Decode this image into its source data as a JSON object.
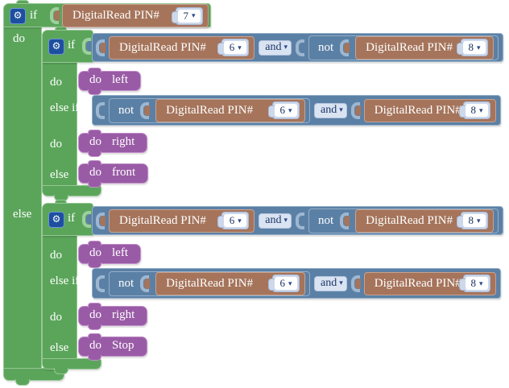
{
  "icons": {
    "gear": "⚙",
    "dropdown_arrow": "▾"
  },
  "keywords": {
    "if": "if",
    "do": "do",
    "else_if": "else if",
    "else": "else",
    "and": "and",
    "not": "not"
  },
  "digital_read_label": "DigitalRead PIN#",
  "colors": {
    "if_block": "#5ba55b",
    "logic_block": "#5b80a5",
    "digitalread_block": "#a5745b",
    "action_block": "#995ba5",
    "pin_field": "#cdd8eb"
  },
  "outer_if": {
    "condition_pin": "7"
  },
  "branch_do": {
    "if_cond": {
      "left_pin": "6",
      "operator": "and",
      "right_pin": "8"
    },
    "do_action": {
      "verb": "do",
      "name": "left"
    },
    "elseif_cond": {
      "left_pin": "6",
      "operator": "and",
      "right_pin": "8"
    },
    "elseif_action": {
      "verb": "do",
      "name": "right"
    },
    "else_action": {
      "verb": "do",
      "name": "front"
    }
  },
  "branch_else": {
    "if_cond": {
      "left_pin": "6",
      "operator": "and",
      "right_pin": "8"
    },
    "do_action": {
      "verb": "do",
      "name": "left"
    },
    "elseif_cond": {
      "left_pin": "6",
      "operator": "and",
      "right_pin": "8"
    },
    "elseif_action": {
      "verb": "do",
      "name": "right"
    },
    "else_action": {
      "verb": "do",
      "name": "Stop"
    }
  }
}
